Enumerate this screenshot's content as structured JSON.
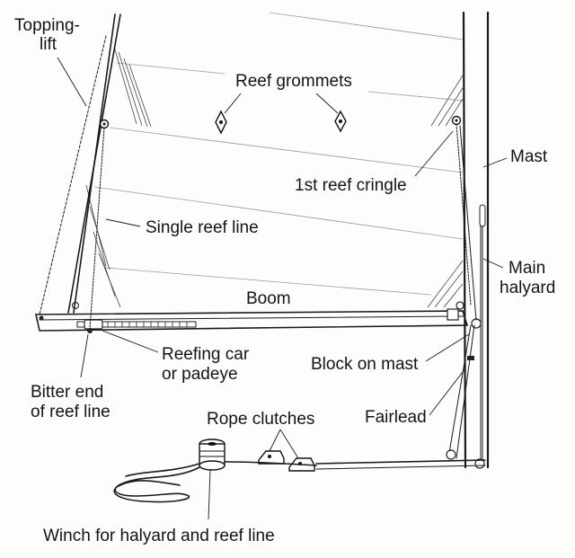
{
  "labels": {
    "topping_lift_1": "Topping-",
    "topping_lift_2": "lift",
    "reef_grommets": "Reef grommets",
    "mast": "Mast",
    "first_reef_cringle": "1st reef cringle",
    "single_reef_line": "Single reef line",
    "main_halyard_1": "Main",
    "main_halyard_2": "halyard",
    "boom": "Boom",
    "reefing_car_1": "Reefing car",
    "reefing_car_2": "or padeye",
    "block_on_mast": "Block on mast",
    "bitter_end_1": "Bitter end",
    "bitter_end_2": "of reef line",
    "fairlead": "Fairlead",
    "rope_clutches": "Rope clutches",
    "winch": "Winch for halyard and reef line"
  }
}
